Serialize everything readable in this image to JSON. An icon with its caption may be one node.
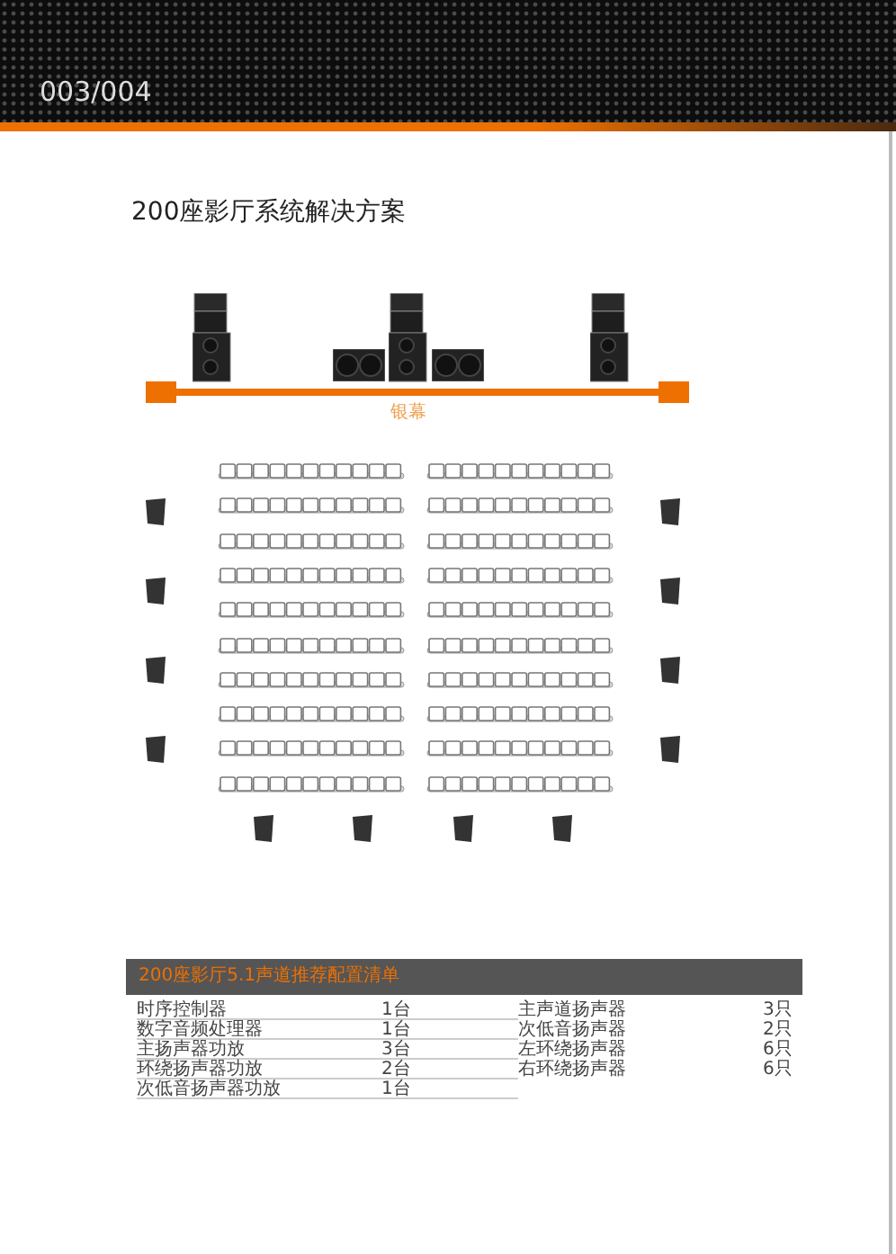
{
  "diagram": {
    "title": "200座影厅系统解决方案",
    "labels": [
      "003/004",
      "银幕",
      "200座影厅5.1声道推荐配置清单",
      "时序控制器",
      "1台",
      "主声道扬声器",
      "3只",
      "数字音频处理器",
      "1台",
      "次低音扬声器",
      "2只",
      "主扬声器功放",
      "3台",
      "左环绕扬声器",
      "6只",
      "环绕扬声器功放",
      "2台",
      "右环绕扬声器",
      "6只",
      "次低音扬声器功放",
      "1台"
    ]
  }
}
